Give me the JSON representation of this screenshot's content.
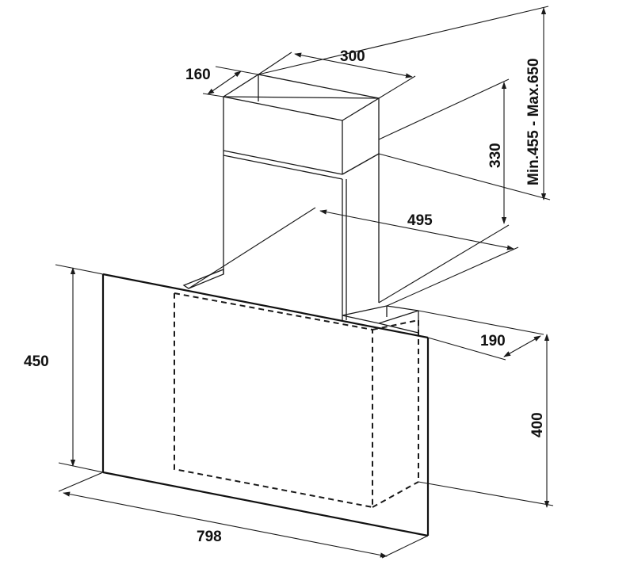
{
  "title": "",
  "dimensions": {
    "chimney_depth": "160",
    "chimney_width": "300",
    "chimney_section_height": "330",
    "chimney_total_height": "Min.455 - Max.650",
    "hood_depth_top": "495",
    "hood_depth_bottom": "190",
    "hood_front_height": "450",
    "hood_back_height": "400",
    "hood_width": "798"
  },
  "colors": {
    "line": "#1a1a1a",
    "background": "#ffffff"
  }
}
